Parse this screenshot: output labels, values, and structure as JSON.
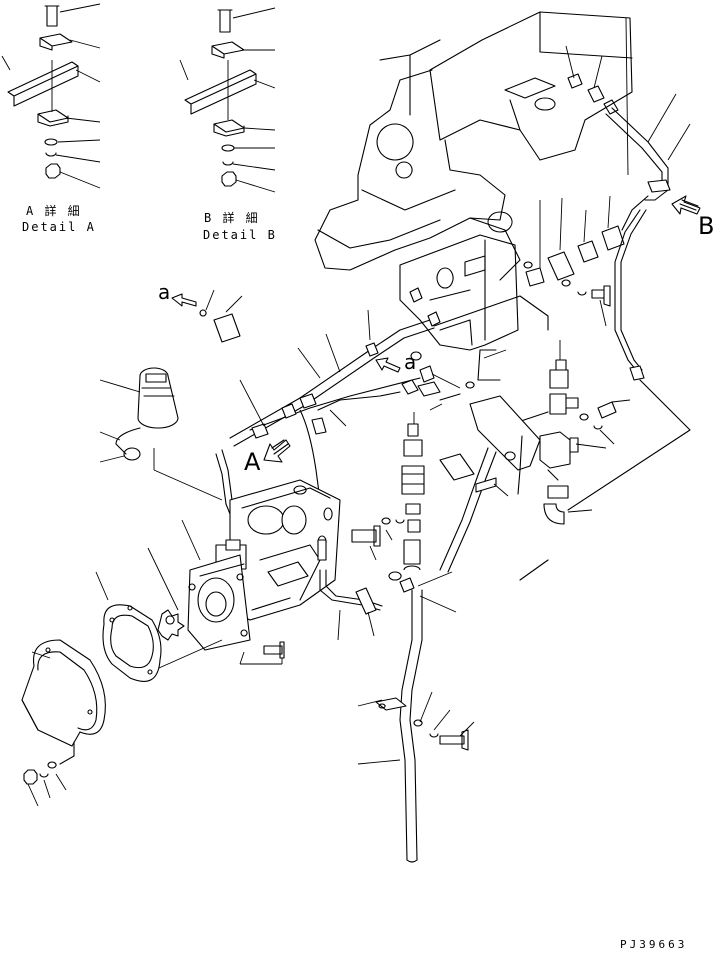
{
  "detail_a": {
    "ja": "A 詳 細",
    "en": "Detail A"
  },
  "detail_b": {
    "ja": "B 詳 細",
    "en": "Detail B"
  },
  "view_labels": {
    "a_upper": "A",
    "b_upper": "B",
    "a_lower_left": "a",
    "a_lower_right": "a"
  },
  "part_code": "PJ39663",
  "colors": {
    "line": "#000000",
    "background": "#ffffff"
  }
}
